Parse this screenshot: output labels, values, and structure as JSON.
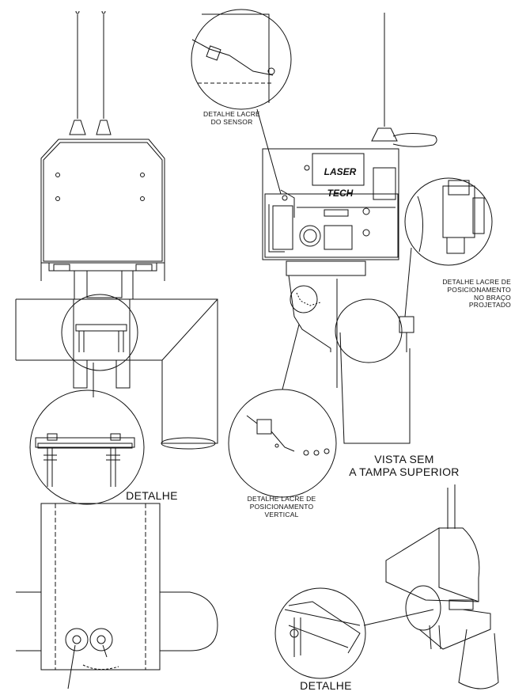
{
  "labels": {
    "sensor_seal": "DETALHE LACRE\nDO SENSOR",
    "arm_seal": "DETALHE LACRE DE\nPOSICIONAMENTO\nNO BRAÇO\nPROJETADO",
    "vertical_seal": "DETALHE LACRE DE\nPOSICIONAMENTO\nVERTICAL",
    "view_without_cover": "VISTA SEM\nA TAMPA SUPERIOR",
    "detail_left": "DETALHE",
    "detail_right": "DETALHE"
  },
  "logo_text": [
    "LASER",
    "TECH"
  ]
}
